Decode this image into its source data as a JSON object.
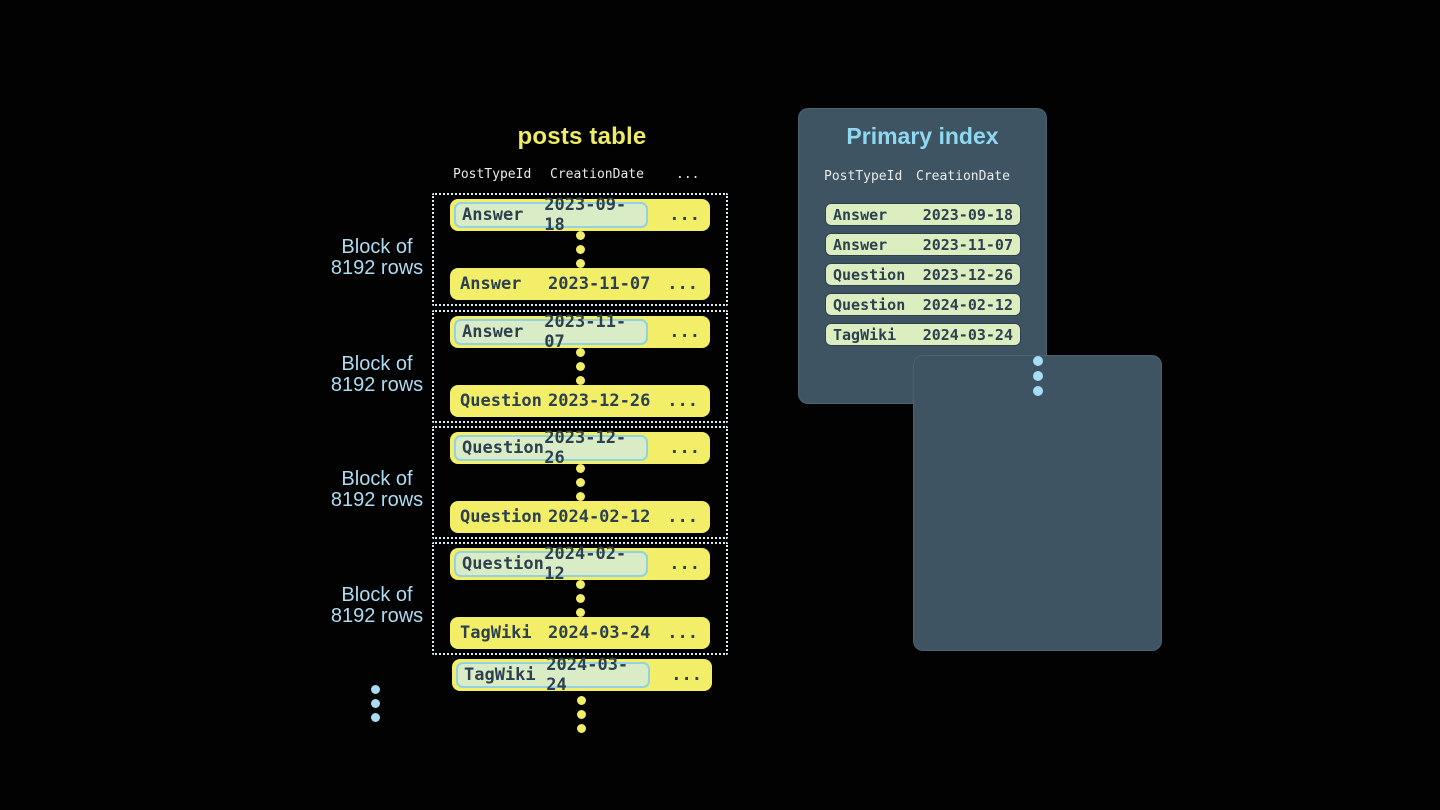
{
  "appearance": {
    "background": "#020202",
    "row_yellow": "#f2ee68",
    "highlight_green": "#d9ecc6",
    "highlight_border_blue": "#92d2e5",
    "dark_text": "#2d4050",
    "block_border_dotted": "#d6ecf5",
    "label_blue": "#addcf2",
    "panel_bg": "#3e5463",
    "panel_title_blue": "#8fd8f2",
    "index_pill_green": "#dcedbf"
  },
  "posts_table": {
    "title": "posts table",
    "headers": [
      "PostTypeId",
      "CreationDate",
      "..."
    ],
    "ellipsis": "...",
    "block_label": {
      "line1": "Block of",
      "line2": "8192 rows"
    },
    "blocks": [
      {
        "first": {
          "type": "Answer",
          "date": "2023-09-18"
        },
        "last": {
          "type": "Answer",
          "date": "2023-11-07"
        }
      },
      {
        "first": {
          "type": "Answer",
          "date": "2023-11-07"
        },
        "last": {
          "type": "Question",
          "date": "2023-12-26"
        }
      },
      {
        "first": {
          "type": "Question",
          "date": "2023-12-26"
        },
        "last": {
          "type": "Question",
          "date": "2024-02-12"
        }
      },
      {
        "first": {
          "type": "Question",
          "date": "2024-02-12"
        },
        "last": {
          "type": "TagWiki",
          "date": "2024-03-24"
        }
      }
    ],
    "overflow_row": {
      "type": "TagWiki",
      "date": "2024-03-24"
    }
  },
  "primary_index": {
    "title": "Primary index",
    "headers": [
      "PostTypeId",
      "CreationDate"
    ],
    "rows": [
      {
        "type": "Answer",
        "date": "2023-09-18"
      },
      {
        "type": "Answer",
        "date": "2023-11-07"
      },
      {
        "type": "Question",
        "date": "2023-12-26"
      },
      {
        "type": "Question",
        "date": "2024-02-12"
      },
      {
        "type": "TagWiki",
        "date": "2024-03-24"
      }
    ]
  }
}
